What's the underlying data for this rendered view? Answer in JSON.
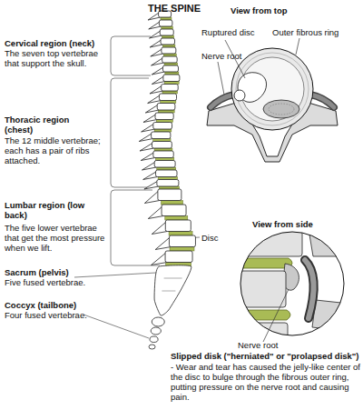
{
  "diagram": {
    "title": "THE SPINE",
    "labels": [
      "Cervical region (neck)",
      "The seven top vertebrae that support the skull.",
      "Thoracic region (chest)",
      "The 12 middle vertebrae; each has a pair of ribs attached.",
      "Lumbar region (low back)",
      "The five lower vertebrae that get the most pressure when we lift.",
      "Sacrum (pelvis)",
      "Five fused vertebrae.",
      "Coccyx (tailbone)",
      "Four fused vertebrae.",
      "View from top",
      "Ruptured disc",
      "Outer fibrous ring",
      "Nerve root",
      "Disc",
      "View from side",
      "Nerve root",
      "Slipped disk (\"herniated\" or \"prolapsed disk\")",
      "- Wear and tear has caused the jelly-like center of the disc to bulge through the fibrous outer ring, putting pressure on the nerve root and causing pain."
    ]
  }
}
